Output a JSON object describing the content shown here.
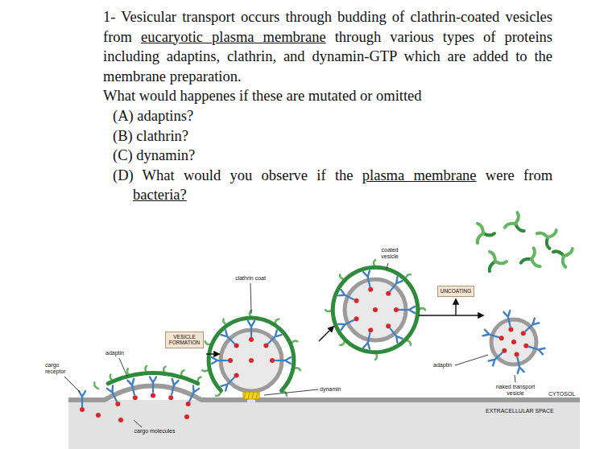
{
  "diagram": {
    "nodes": [
      {
        "text": [
          "VESICLE FORMATION"
        ]
      },
      {
        "text": [
          "UNCOATING"
        ]
      }
    ],
    "labels": [
      "1- Vesicular transport occurs through budding of clathrin-coated vesicles from",
      "eucaryotic plasma membrane",
      "through various types of proteins including adaptins, clathrin, and dynamin-GTP which are added to the membrane preparation.",
      "What would happenes if these are mutated or omitted",
      "(A) adaptins?",
      "(B) clathrin?",
      "(C) dynamin?",
      "(D) What would you observe if the",
      "plasma membrane",
      "were from",
      "bacteria?",
      "coated vesicle",
      "clathrin coat",
      "cargo receptor",
      "adaptin",
      "cargo molecules",
      "dynamin",
      "adaptin",
      "naked transport vesicle",
      "CYTOSOL",
      "EXTRACELLULAR SPACE"
    ]
  }
}
